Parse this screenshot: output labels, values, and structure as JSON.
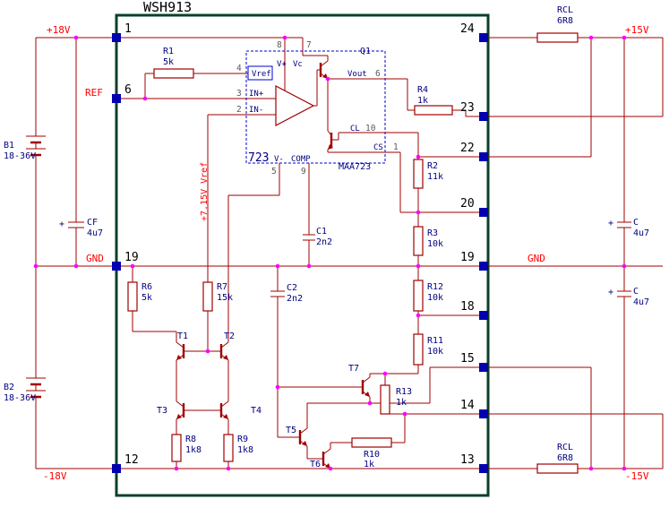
{
  "title": "WSH913",
  "nets": {
    "p18": "+18V",
    "m18": "-18V",
    "p15": "+15V",
    "m15": "-15V",
    "gnd_left": "GND",
    "gnd_right": "GND",
    "ref": "REF",
    "vref": "+7.15V Vref"
  },
  "pins": {
    "left": [
      "1",
      "6",
      "19",
      "12"
    ],
    "right": [
      "24",
      "23",
      "22",
      "20",
      "19",
      "18",
      "15",
      "14",
      "13"
    ]
  },
  "parts": {
    "b1": {
      "name": "B1",
      "value": "18-36V"
    },
    "b2": {
      "name": "B2",
      "value": "18-36V"
    },
    "cf": {
      "plus": "+",
      "name": "CF",
      "value": "4u7"
    },
    "rcl_top": {
      "name": "RCL",
      "value": "6R8"
    },
    "rcl_bot": {
      "name": "RCL",
      "value": "6R8"
    },
    "c_top": {
      "plus": "+",
      "name": "C",
      "value": "4u7"
    },
    "c_bot": {
      "plus": "+",
      "name": "C",
      "value": "4u7"
    },
    "r1": {
      "name": "R1",
      "value": "5k"
    },
    "r2": {
      "name": "R2",
      "value": "11k"
    },
    "r3": {
      "name": "R3",
      "value": "10k"
    },
    "r4": {
      "name": "R4",
      "value": "1k"
    },
    "r6": {
      "name": "R6",
      "value": "5k"
    },
    "r7": {
      "name": "R7",
      "value": "15k"
    },
    "r8": {
      "name": "R8",
      "value": "1k8"
    },
    "r9": {
      "name": "R9",
      "value": "1k8"
    },
    "r10": {
      "name": "R10",
      "value": "1k"
    },
    "r11": {
      "name": "R11",
      "value": "10k"
    },
    "r12": {
      "name": "R12",
      "value": "10k"
    },
    "r13": {
      "name": "R13",
      "value": "1k"
    },
    "c1": {
      "name": "C1",
      "value": "2n2"
    },
    "c2": {
      "name": "C2",
      "value": "2n2"
    },
    "q1": {
      "name": "Q1"
    },
    "t1": {
      "name": "T1"
    },
    "t2": {
      "name": "T2"
    },
    "t3": {
      "name": "T3"
    },
    "t4": {
      "name": "T4"
    },
    "t5": {
      "name": "T5"
    },
    "t6": {
      "name": "T6"
    },
    "t7": {
      "name": "T7"
    }
  },
  "ic723": {
    "label": "723",
    "part": "MAA723",
    "pins": {
      "vref": {
        "name": "Vref",
        "num": "4"
      },
      "inp": {
        "name": "IN+",
        "num": "3"
      },
      "inm": {
        "name": "IN-",
        "num": "2"
      },
      "vplus": {
        "name": "V+",
        "num": "8"
      },
      "vc": {
        "name": "Vc",
        "num": "7"
      },
      "vout": {
        "name": "Vout",
        "num": "6"
      },
      "cl": {
        "name": "CL",
        "num": "10"
      },
      "cs": {
        "name": "CS",
        "num": "1"
      },
      "vminus": {
        "name": "V-",
        "num": "5"
      },
      "comp": {
        "name": "COMP",
        "num": "9"
      }
    }
  },
  "colors": {
    "wire": "#a00000",
    "junction": "#ff00ff",
    "pin_square": "#0000b0",
    "net_text": "#ff0000",
    "part_text": "#000080",
    "ic_box": "#0000cc",
    "frame": "#0a4028",
    "pin_number_text": "#000000",
    "ic_pin_number_text": "#5a5a5a"
  }
}
